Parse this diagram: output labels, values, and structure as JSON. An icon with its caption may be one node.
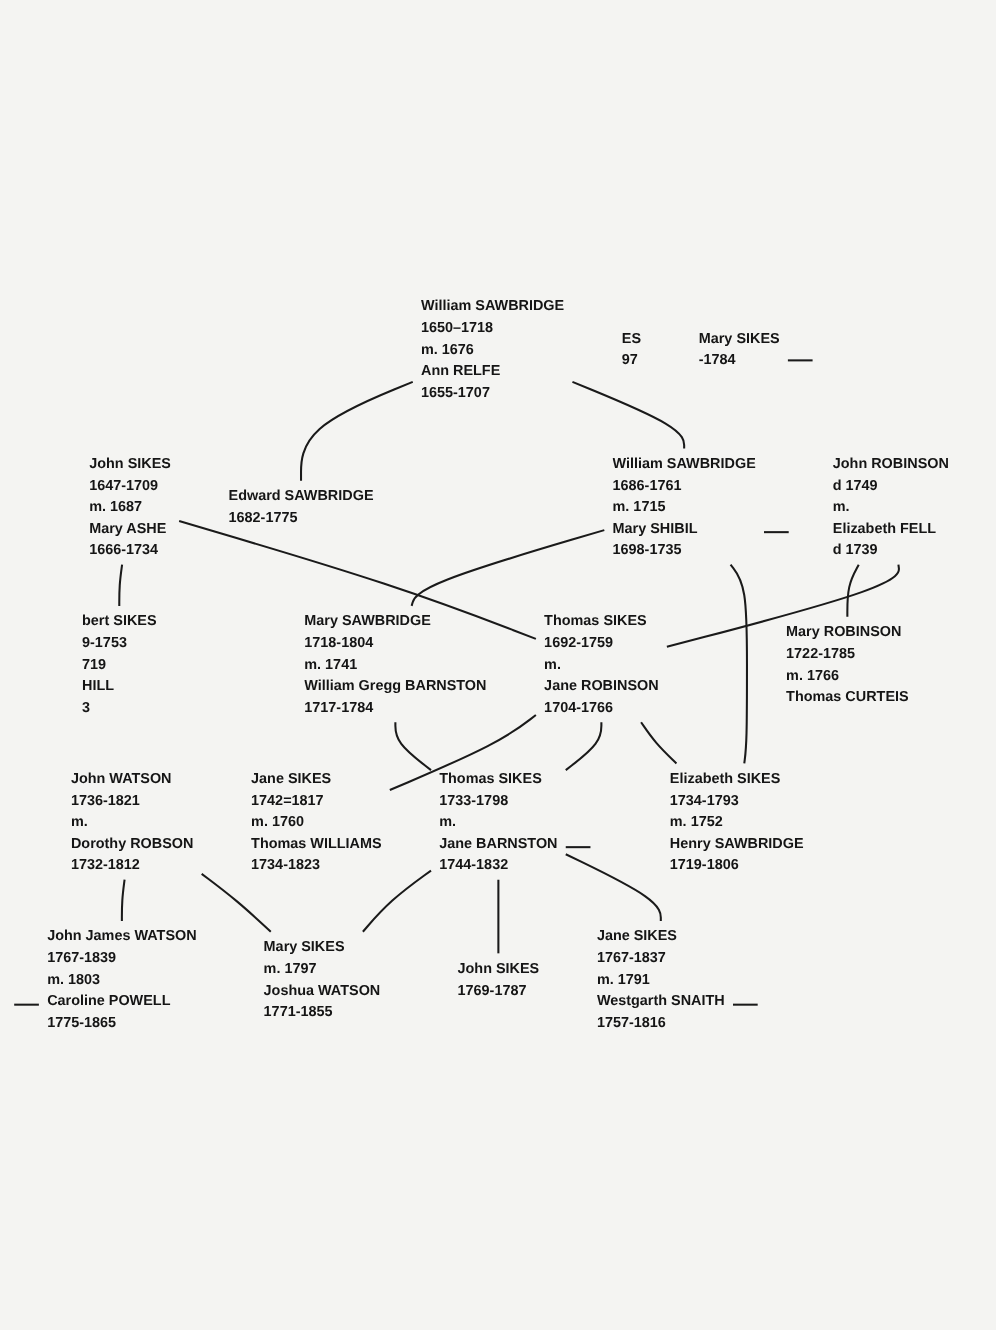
{
  "diagram": {
    "nodes": [
      {
        "text": [
          "William SAWBRIDGE",
          "1650–1718",
          "m. 1676",
          "Ann RELFE",
          "1655-1707"
        ]
      },
      {
        "text": [
          "John SIKES",
          "1647-1709",
          "m. 1687",
          "Mary ASHE",
          "1666-1734"
        ]
      },
      {
        "text": [
          "Edward SAWBRIDGE",
          "1682-1775"
        ]
      },
      {
        "text": [
          "William SAWBRIDGE",
          "1686-1761",
          "m. 1715",
          "Mary SHIBIL",
          "1698-1735"
        ]
      },
      {
        "text": [
          "bert SIKES",
          "9-1753",
          "719",
          "HILL",
          "3"
        ]
      },
      {
        "text": [
          "John ROBINSON",
          "d 1749",
          "m.",
          "Elizabeth FELL",
          "d 1739"
        ]
      },
      {
        "text": [
          "Thomas SIKES",
          "1692-1759",
          "m.",
          "Jane ROBINSON",
          "1704-1766"
        ]
      },
      {
        "text": [
          "Mary SAWBRIDGE",
          "1718-1804",
          "m. 1741",
          "William Gregg BARNSTON",
          "1717-1784"
        ]
      },
      {
        "text": [
          "ES",
          "97"
        ]
      },
      {
        "text": [
          "Mary SIKES",
          "-1784"
        ]
      },
      {
        "text": [
          "Mary ROBINSON",
          "1722-1785",
          "m. 1766",
          "Thomas CURTEIS"
        ]
      },
      {
        "text": [
          "John WATSON",
          "1736-1821",
          "m.",
          "Dorothy ROBSON",
          "1732-1812"
        ]
      },
      {
        "text": [
          "Jane SIKES",
          "1742=1817",
          "m. 1760",
          "Thomas WILLIAMS",
          "1734-1823"
        ]
      },
      {
        "text": [
          "Thomas SIKES",
          "1733-1798",
          "m.",
          "Jane BARNSTON",
          "1744-1832"
        ]
      },
      {
        "text": [
          "Elizabeth SIKES",
          "1734-1793",
          "m. 1752",
          "Henry SAWBRIDGE",
          "1719-1806"
        ]
      },
      {
        "text": [
          "Mary SIKES",
          "m. 1797",
          "Joshua WATSON",
          "1771-1855"
        ]
      },
      {
        "text": [
          "John SIKES",
          "1769-1787"
        ]
      },
      {
        "text": [
          "Jane SIKES",
          "1767-1837",
          "m. 1791",
          "Westgarth SNAITH",
          "1757-1816"
        ]
      },
      {
        "text": [
          "John James WATSON",
          "1767-1839",
          "m. 1803",
          "Caroline POWELL",
          "1775-1865"
        ]
      }
    ],
    "edges": [
      {
        "from": 0,
        "to": 2,
        "arrow": "none"
      },
      {
        "from": 0,
        "to": 3,
        "arrow": "none"
      },
      {
        "from": 1,
        "to": 4,
        "arrow": "none"
      },
      {
        "from": 1,
        "to": 6,
        "arrow": "none"
      },
      {
        "from": null,
        "to": 9,
        "arrow": "none"
      },
      {
        "from": 5,
        "to": 10,
        "arrow": "none"
      },
      {
        "from": 5,
        "to": 6,
        "arrow": "none"
      },
      {
        "from": 3,
        "to": 7,
        "arrow": "none"
      },
      {
        "from": 3,
        "to": 14,
        "arrow": "none"
      },
      {
        "from": 3,
        "to": null,
        "arrow": "none"
      },
      {
        "from": 6,
        "to": 12,
        "arrow": "none"
      },
      {
        "from": 6,
        "to": 13,
        "arrow": "none"
      },
      {
        "from": 6,
        "to": 14,
        "arrow": "none"
      },
      {
        "from": 7,
        "to": 13,
        "arrow": "none"
      },
      {
        "from": 11,
        "to": 18,
        "arrow": "none"
      },
      {
        "from": 11,
        "to": 15,
        "arrow": "none"
      },
      {
        "from": 13,
        "to": 15,
        "arrow": "none"
      },
      {
        "from": 13,
        "to": 16,
        "arrow": "none"
      },
      {
        "from": 13,
        "to": 17,
        "arrow": "none"
      },
      {
        "from": 13,
        "to": null,
        "arrow": "none"
      },
      {
        "from": 17,
        "to": null,
        "arrow": "none"
      },
      {
        "from": null,
        "to": 18,
        "arrow": "none"
      }
    ]
  }
}
